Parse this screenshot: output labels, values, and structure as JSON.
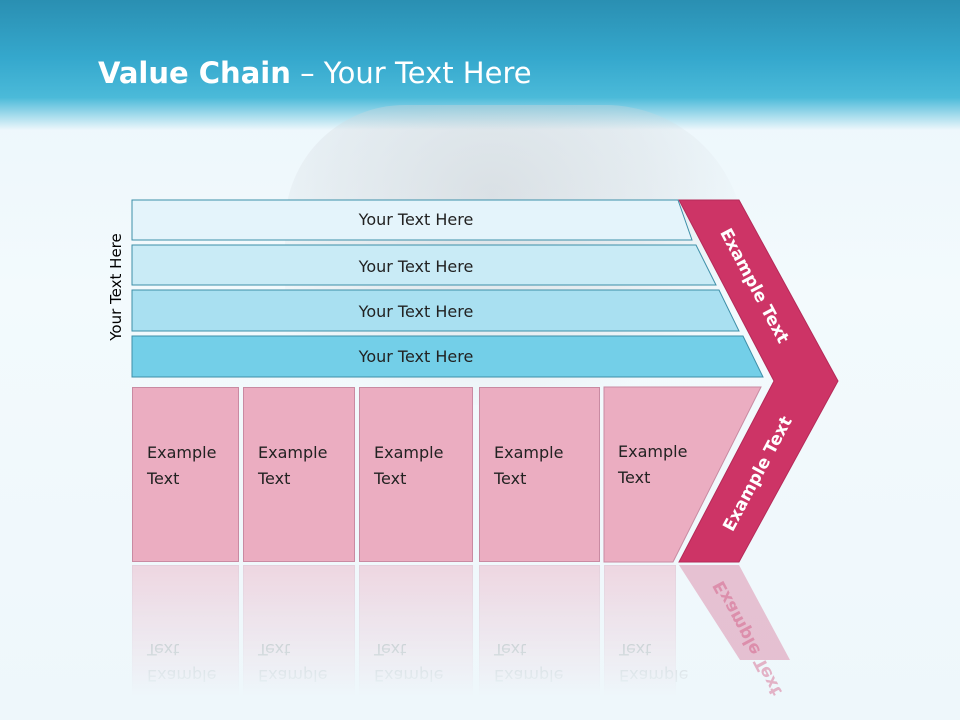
{
  "title": {
    "bold": "Value Chain",
    "rest": " – Your Text Here"
  },
  "side_label": "Your Text Here",
  "bands": [
    {
      "label": "Your Text Here"
    },
    {
      "label": "Your Text Here"
    },
    {
      "label": "Your Text Here"
    },
    {
      "label": "Your Text Here"
    }
  ],
  "activities": [
    {
      "label": "Example\nText"
    },
    {
      "label": "Example\nText"
    },
    {
      "label": "Example\nText"
    },
    {
      "label": "Example\nText"
    },
    {
      "label": "Example\nText"
    }
  ],
  "margin": {
    "top_label": "Example Text",
    "bottom_label": "Example Text"
  },
  "colors": {
    "header": "#35a8cd",
    "band1": "#e4f4fb",
    "band2": "#c9ebf6",
    "band3": "#a9e0f1",
    "band4": "#73cfe8",
    "activity_box": "#ebadc1",
    "margin_chevron": "#cd3466"
  }
}
